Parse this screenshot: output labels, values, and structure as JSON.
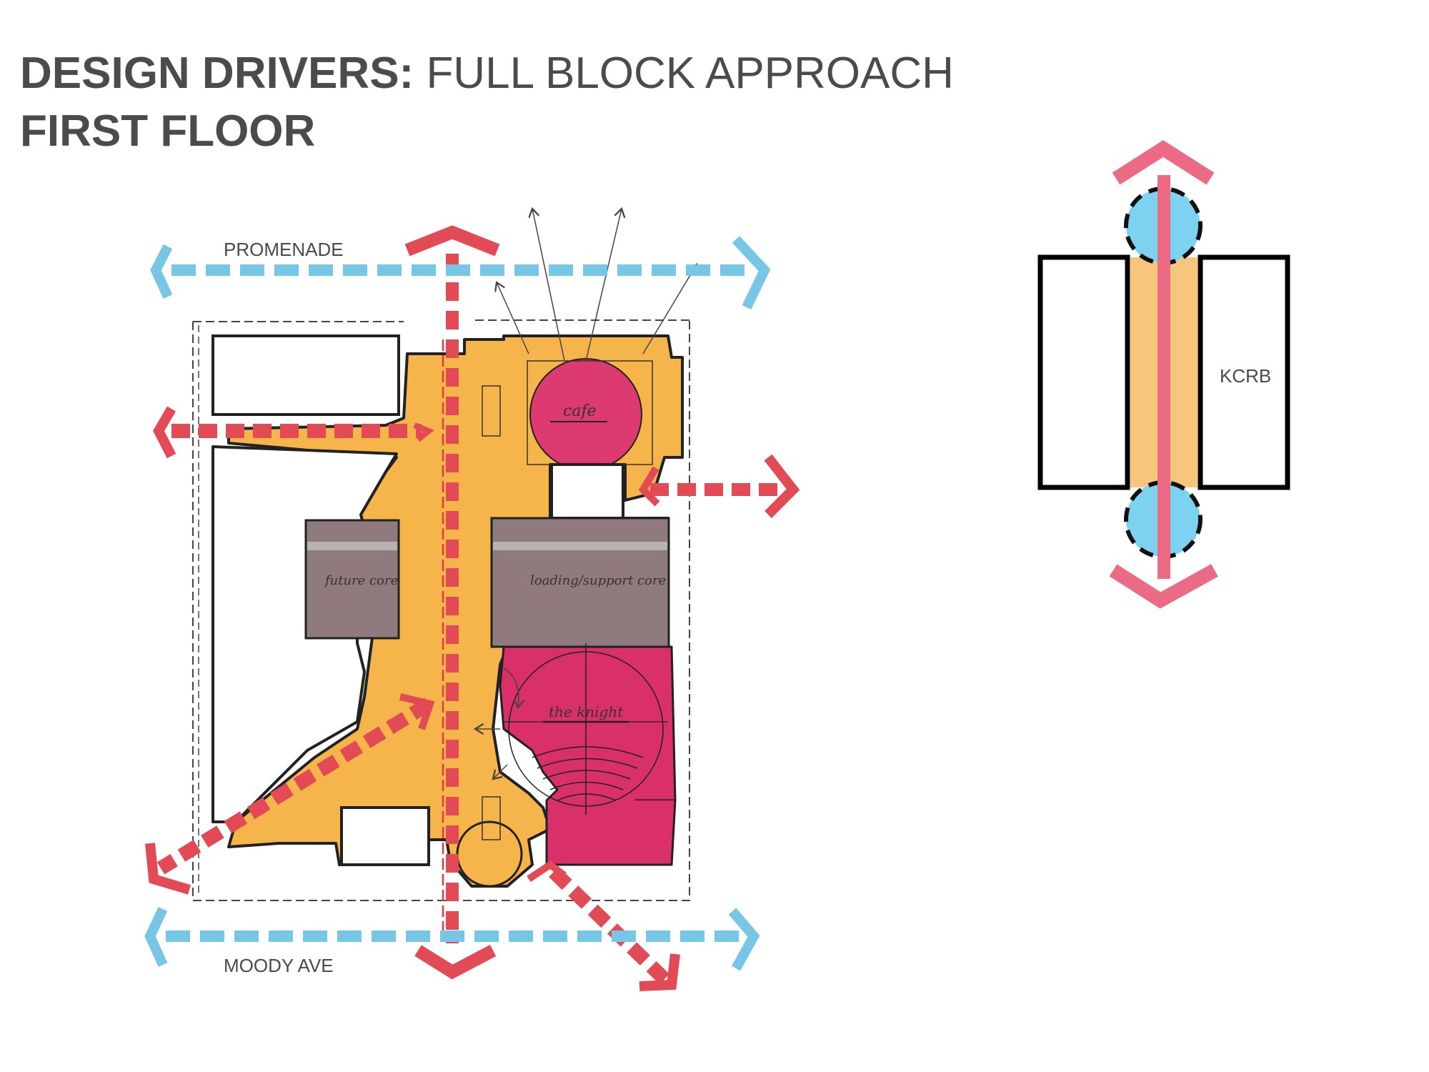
{
  "title": {
    "bold": "DESIGN DRIVERS:",
    "rest": "FULL BLOCK APPROACH",
    "line2": "FIRST FLOOR"
  },
  "sketch": {
    "street_top": "PROMENADE",
    "street_bottom": "MOODY AVE",
    "cafe": "cafe",
    "future_core": "future core",
    "loading_core": "loading/support core",
    "the_knight": "the knight"
  },
  "key_plan": {
    "building_label": "KCRB"
  },
  "colors": {
    "orange": "#f6b54a",
    "magenta": "#d9306a",
    "gray_brown": "#8f7b7e",
    "blue_dash": "#78c6e6",
    "red_dash": "#e24b56",
    "pink": "#ea6b83",
    "light_orange": "#f8c57c",
    "light_blue": "#7dd3ef"
  }
}
